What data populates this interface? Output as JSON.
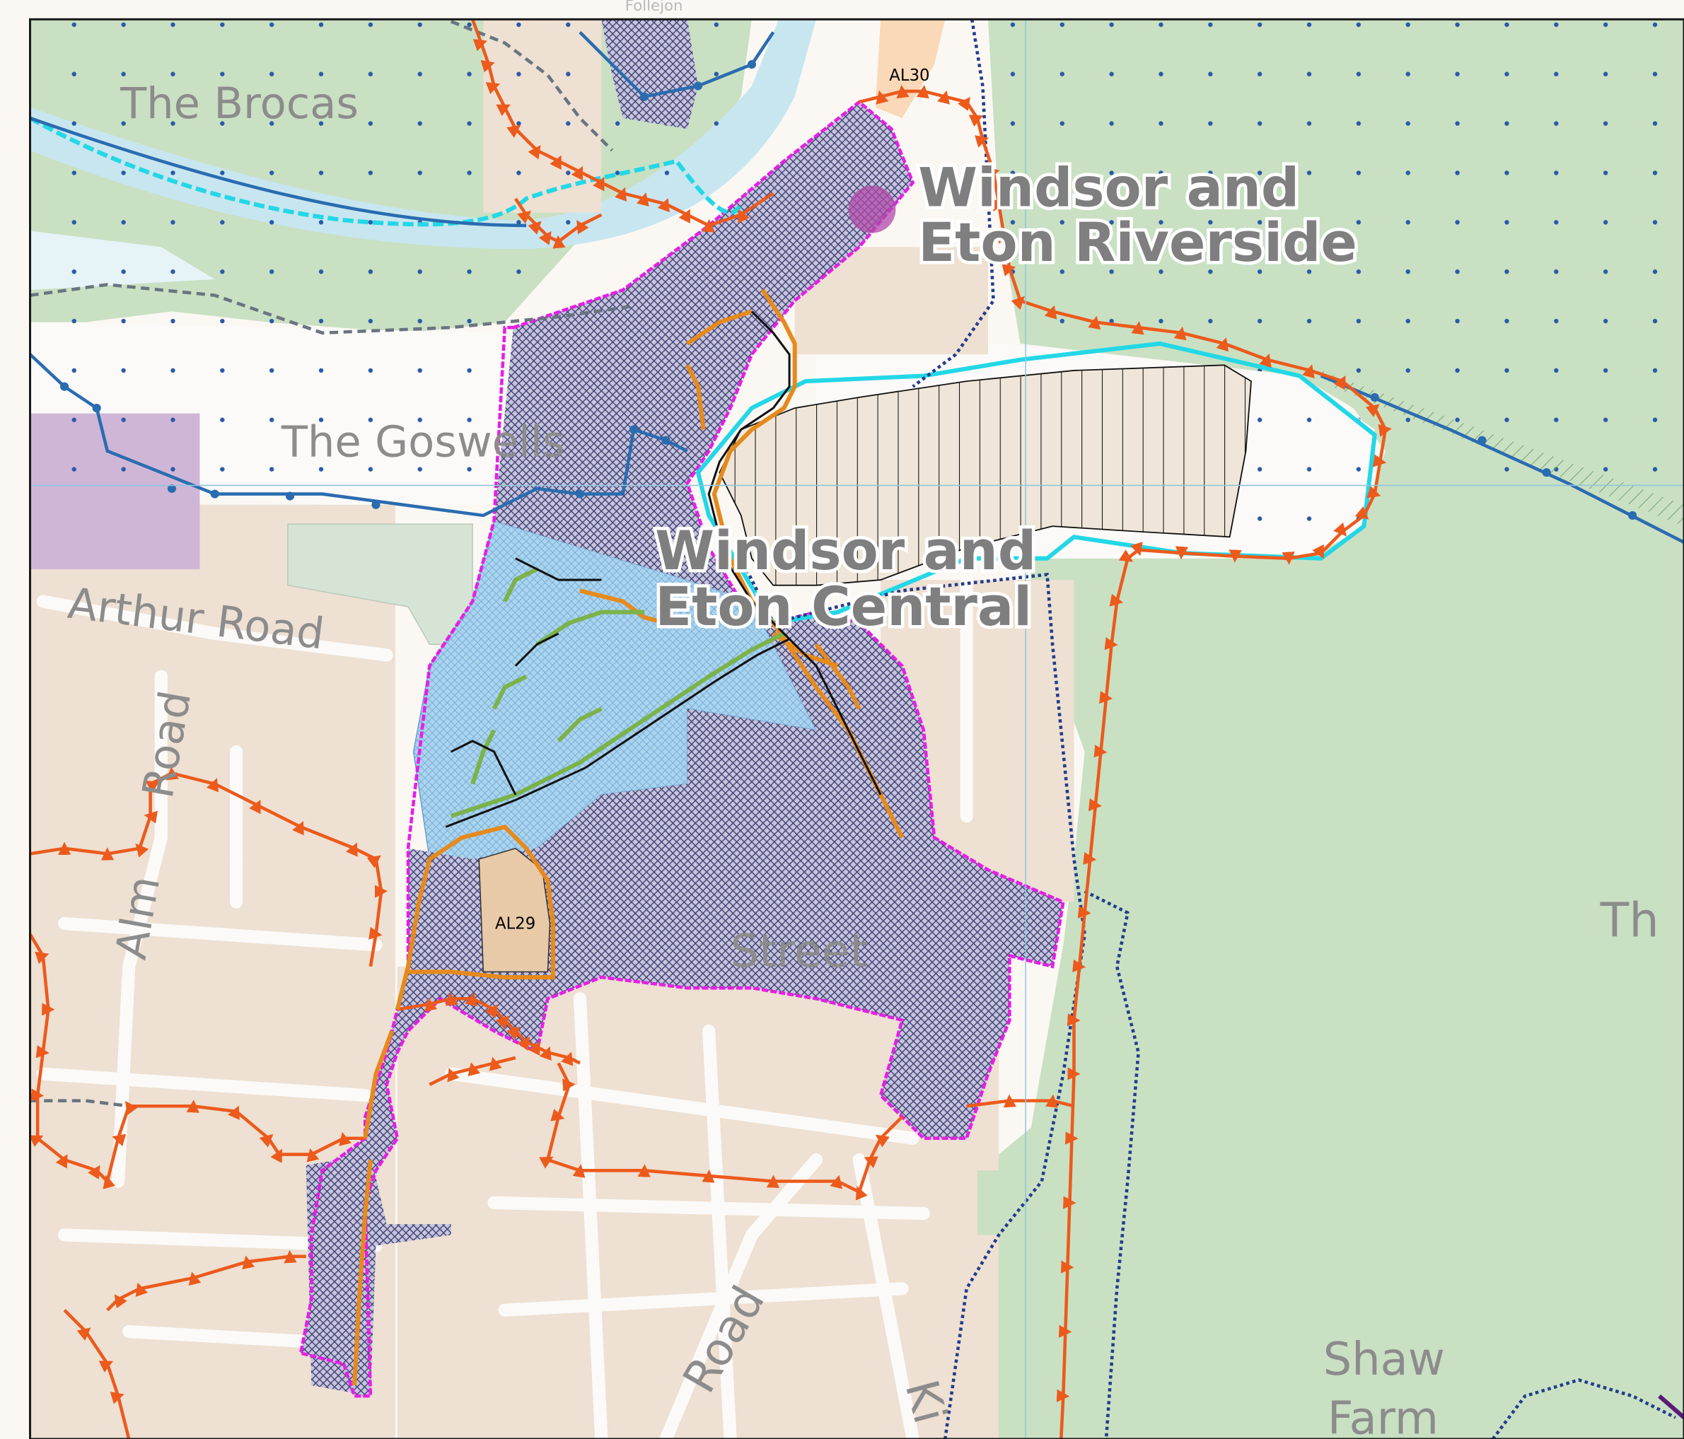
{
  "map": {
    "place_labels": {
      "brocas": "The Brocas",
      "goswells": "The Goswells",
      "arthur_road": "Arthur Road",
      "alma_road_top": "Road",
      "alma_road_bottom": "Alm",
      "riverside_line1": "Windsor and",
      "riverside_line2": "Eton Riverside",
      "central_line1": "Windsor and",
      "central_line2": "Eton Central",
      "street": "Street",
      "road_bottom": "Road",
      "shaw_line1": "Shaw",
      "shaw_line2": "Farm",
      "th_right": "Th",
      "follejon": "Follejon",
      "kings_k": "Ki"
    },
    "site_labels": {
      "al29": "AL29",
      "al30": "AL30"
    },
    "colors": {
      "background": "#fbf8f4",
      "green_space": "#c9e0c3",
      "buildings": "#eee0d2",
      "roads": "#fbfaf9",
      "river": "#c8e6ef",
      "conservation_area_orange": "#ec5a1c",
      "town_centre_magenta": "#e61ee6",
      "crosshatch_navy": "#3a3d7a",
      "blue_area_fill": "#a9d4ee",
      "cyan_boundary": "#23d7e6",
      "flood_blue": "#2a6cb0",
      "dark_navy_boundary": "#253c8c",
      "rail_orange": "#e68a1c",
      "rail_green": "#7ab34a",
      "site_fill": "#e8c9a8",
      "purple_zone": "#cfb6d6"
    }
  }
}
